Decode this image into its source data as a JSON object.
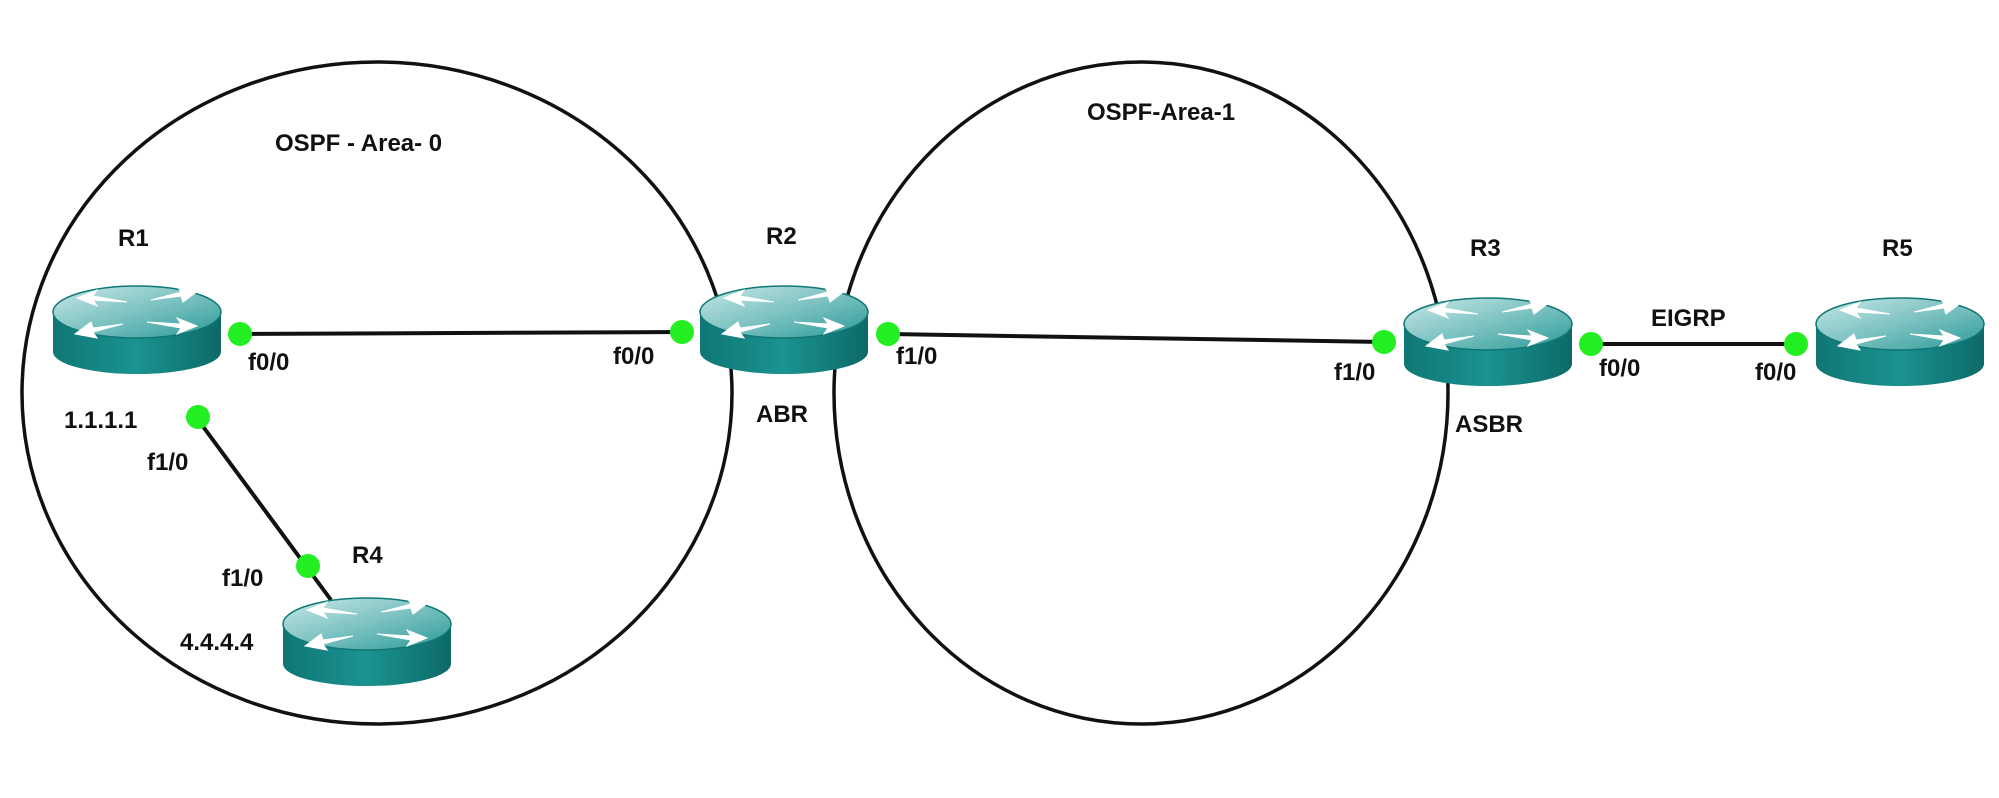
{
  "areas": {
    "area0": {
      "label": "OSPF - Area- 0"
    },
    "area1": {
      "label": "OSPF-Area-1"
    }
  },
  "routers": {
    "r1": {
      "name": "R1",
      "id": "1.1.1.1"
    },
    "r2": {
      "name": "R2",
      "role": "ABR"
    },
    "r3": {
      "name": "R3",
      "role": "ASBR"
    },
    "r4": {
      "name": "R4",
      "id": "4.4.4.4"
    },
    "r5": {
      "name": "R5"
    }
  },
  "links": {
    "r1_r2": {
      "r1_intf": "f0/0",
      "r2_intf": "f0/0"
    },
    "r2_r3": {
      "r2_intf": "f1/0",
      "r3_intf": "f1/0"
    },
    "r3_r5": {
      "r3_intf": "f0/0",
      "r5_intf": "f0/0",
      "protocol": "EIGRP"
    },
    "r1_r4": {
      "r1_intf": "f1/0",
      "r4_intf": "f1/0"
    }
  },
  "colors": {
    "router_body": "#1a8a88",
    "router_top": "#7fc4c3",
    "router_side_dark": "#0e6e6c",
    "port_dot": "#22ee22",
    "line": "#111111"
  }
}
